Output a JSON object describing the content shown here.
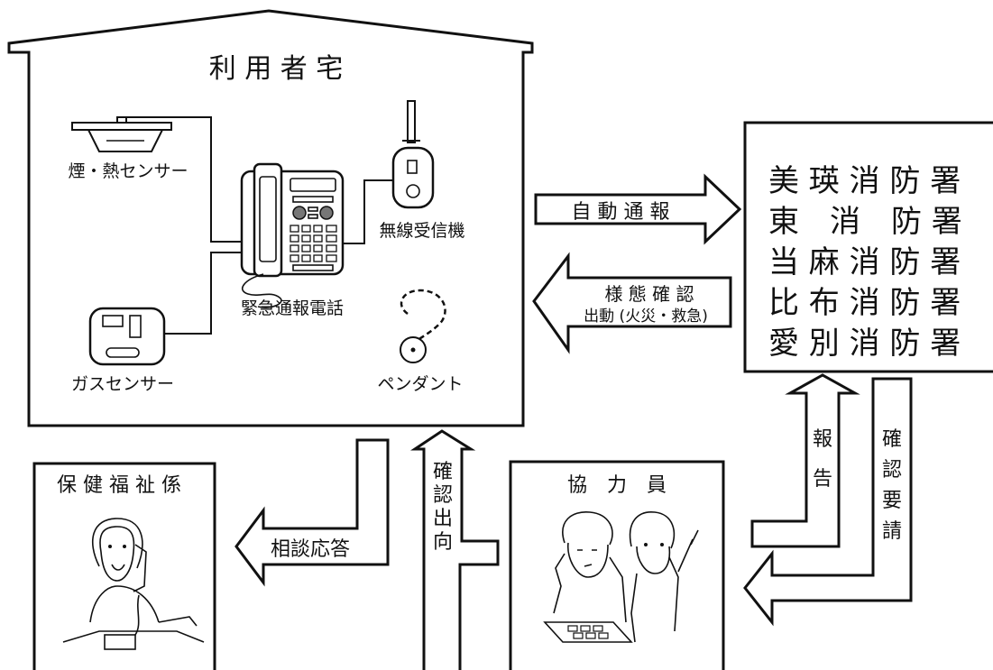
{
  "house": {
    "title": "利 用 者 宅",
    "smoke_sensor_label": "煙・熱センサー",
    "emergency_phone_label": "緊急通報電話",
    "wireless_receiver_label": "無線受信機",
    "gas_sensor_label": "ガスセンサー",
    "pendant_label": "ペンダント"
  },
  "fire_stations": {
    "items": [
      "美 瑛 消 防 署",
      "東　消　防 署",
      "当 麻 消 防 署",
      "比 布 消 防 署",
      "愛 別 消 防 署"
    ]
  },
  "arrows": {
    "auto_report": "自 動 通 報",
    "status_check_line1": "様 態 確 認",
    "status_check_line2": "出動 (火災・救急)",
    "consult": "相談応答",
    "confirm_visit": [
      "確",
      "認",
      "出",
      "向"
    ],
    "report": [
      "報",
      "告"
    ],
    "confirm_request": [
      "確",
      "認",
      "要",
      "請"
    ]
  },
  "welfare": {
    "title": "保 健 福 祉 係"
  },
  "volunteer": {
    "title": "協　力　員"
  }
}
